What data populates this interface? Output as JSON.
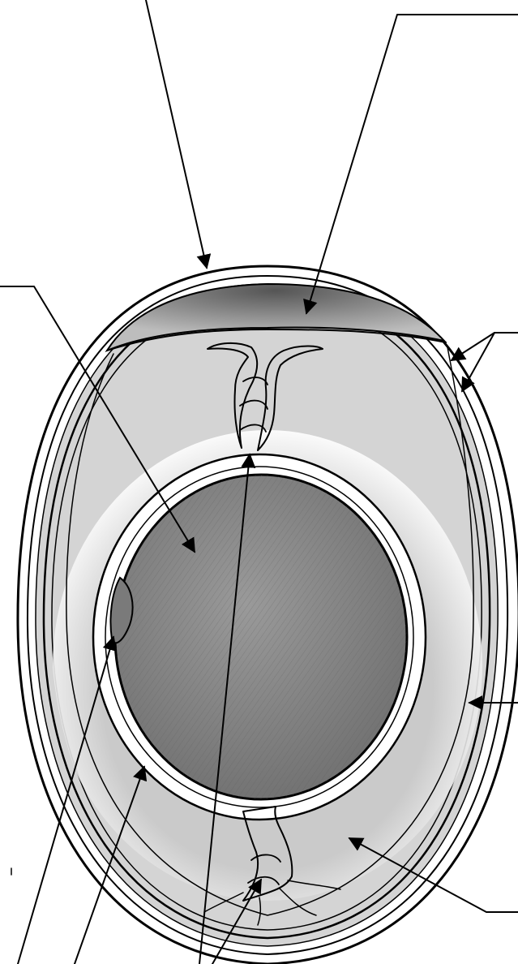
{
  "diagram": {
    "subject": "egg-cross-section-unlabeled",
    "colors": {
      "background": "#ffffff",
      "outline": "#000000",
      "membrane_band": "#d4d4d4",
      "air_cell": "#8a8a8a",
      "yolk": "#8f8f8f",
      "yolk_dark": "#6f6f6f",
      "germinal_disc": "#7a7a7a",
      "thick_albumen": "#cfcfcf"
    },
    "leader_lines": [
      {
        "name": "shell-leader"
      },
      {
        "name": "air-cell-leader"
      },
      {
        "name": "shell-membranes-leader"
      },
      {
        "name": "yolk-leader"
      },
      {
        "name": "thin-albumen-leader"
      },
      {
        "name": "thick-albumen-leader"
      },
      {
        "name": "germinal-disc-leader"
      },
      {
        "name": "vitelline-membrane-leader"
      },
      {
        "name": "chalaza-top-leader"
      },
      {
        "name": "chalaza-bottom-leader"
      }
    ]
  }
}
